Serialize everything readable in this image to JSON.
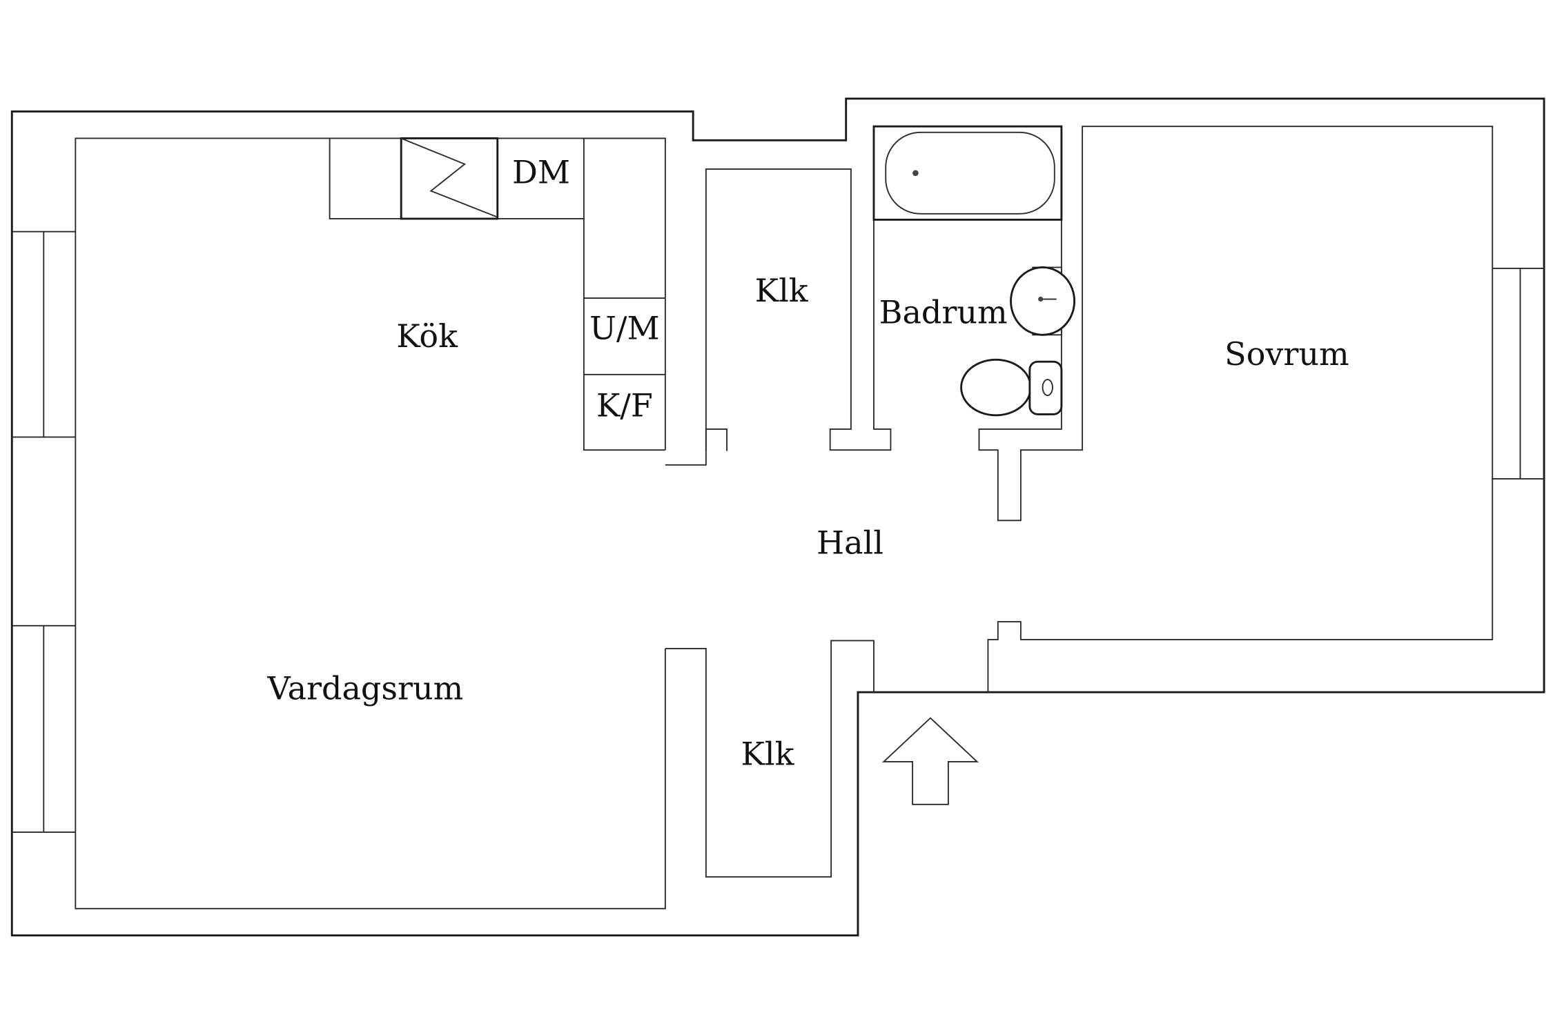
{
  "floor_plan": {
    "rooms": {
      "kitchen": "Kök",
      "living_room": "Vardagsrum",
      "hall": "Hall",
      "closet_upper": "Klk",
      "closet_lower": "Klk",
      "bathroom": "Badrum",
      "bedroom": "Sovrum"
    },
    "appliances": {
      "dishwasher": "DM",
      "oven_microwave": "U/M",
      "fridge_freezer": "K/F"
    },
    "symbols": {
      "entrance": "arrow-up-icon",
      "stove": "zigzag-stove-icon"
    }
  }
}
